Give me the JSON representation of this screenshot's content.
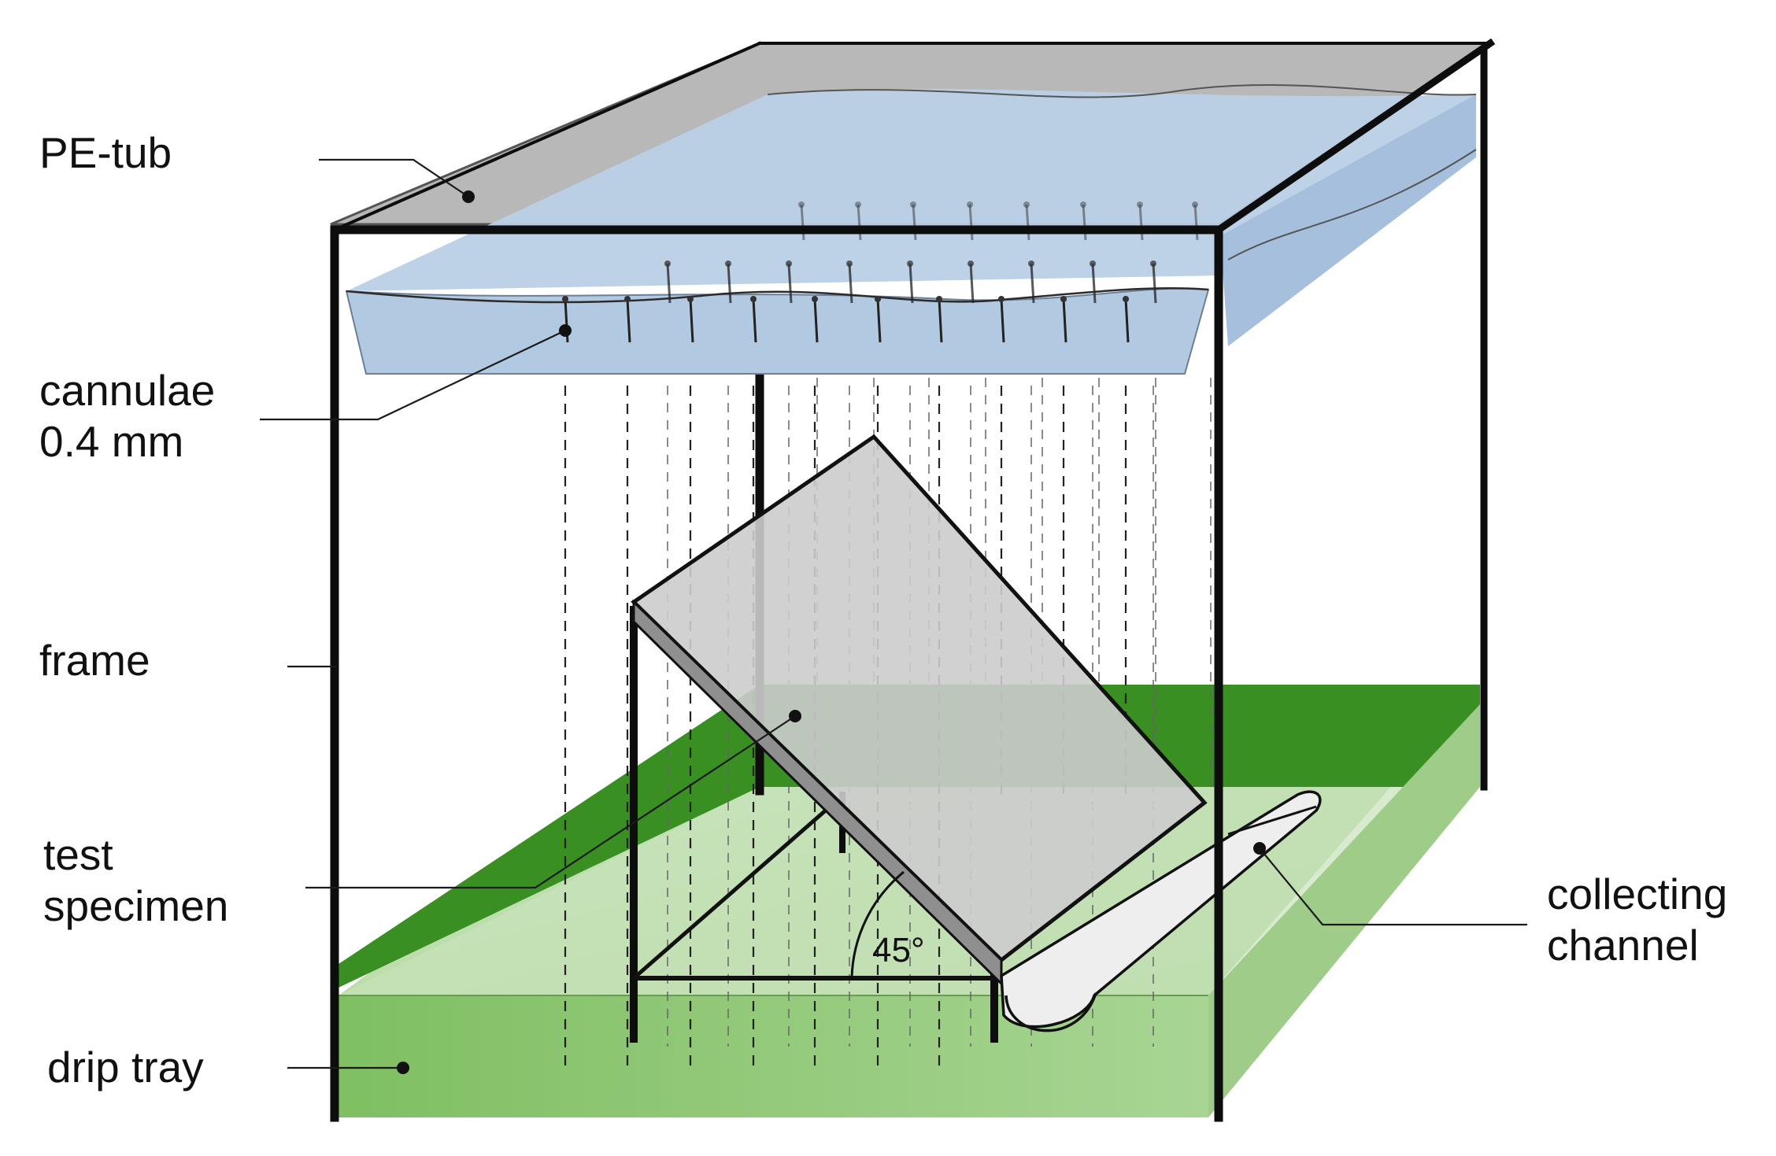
{
  "diagram": {
    "labels": {
      "pe_tub": "PE-tub",
      "cannulae_line1": "cannulae",
      "cannulae_line2": "0.4 mm",
      "frame": "frame",
      "test_specimen_line1": "test",
      "test_specimen_line2": "specimen",
      "drip_tray": "drip tray",
      "collecting_channel_line1": "collecting",
      "collecting_channel_line2": "channel",
      "angle": "45°"
    },
    "colors": {
      "water": "#b9cfe6",
      "water_dark": "#9fbad9",
      "tub_rim": "#b8b8b8",
      "tray_dark": "#3a8f22",
      "tray_light": "#9ccc86",
      "tray_floor": "#cfe8c4",
      "specimen_top": "#cccccc",
      "specimen_edge": "#8f8f8f",
      "channel": "#eeeeee"
    }
  }
}
